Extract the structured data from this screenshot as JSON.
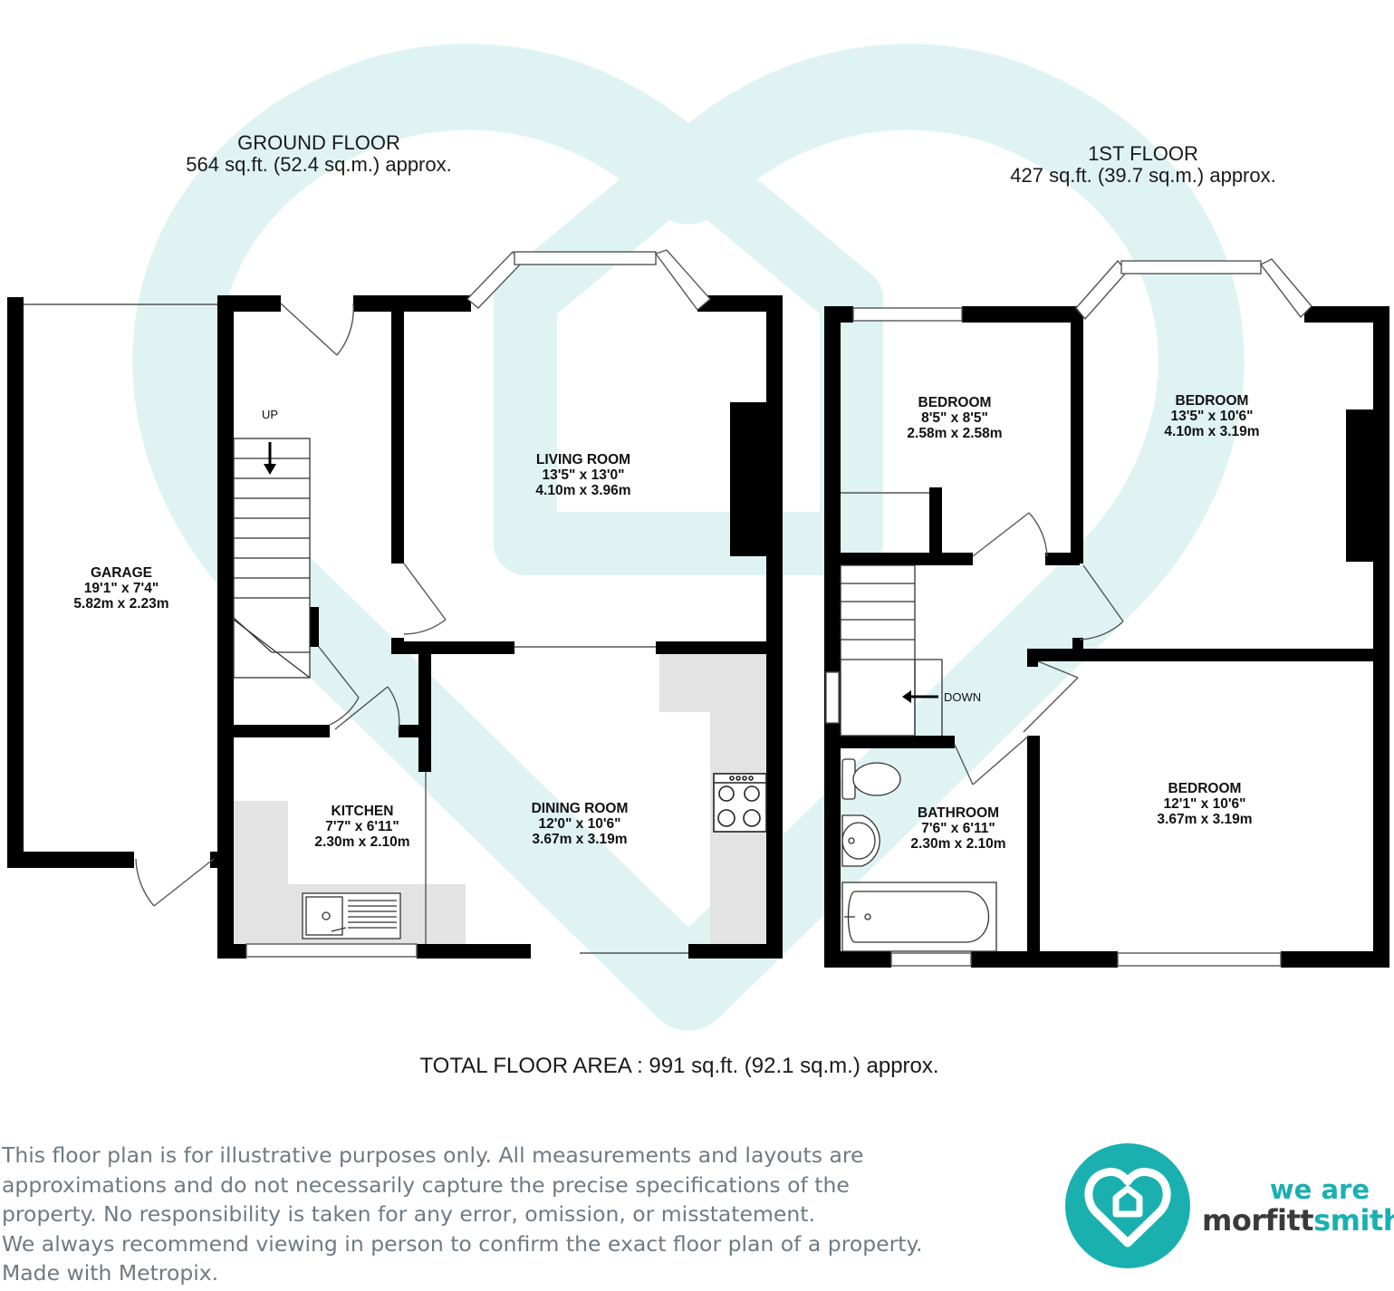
{
  "floors": {
    "ground": {
      "name": "GROUND FLOOR",
      "area": "564 sq.ft. (52.4 sq.m.) approx."
    },
    "first": {
      "name": "1ST FLOOR",
      "area": "427 sq.ft. (39.7 sq.m.) approx."
    }
  },
  "rooms": {
    "garage": {
      "name": "GARAGE",
      "imperial": "19'1\"  x 7'4\"",
      "metric": "5.82m  x 2.23m"
    },
    "living": {
      "name": "LIVING ROOM",
      "imperial": "13'5\"  x 13'0\"",
      "metric": "4.10m  x 3.96m"
    },
    "kitchen": {
      "name": "KITCHEN",
      "imperial": "7'7\"  x 6'11\"",
      "metric": "2.30m  x 2.10m"
    },
    "dining": {
      "name": "DINING ROOM",
      "imperial": "12'0\"  x 10'6\"",
      "metric": "3.67m  x 3.19m"
    },
    "bedroom_small": {
      "name": "BEDROOM",
      "imperial": "8'5\"  x 8'5\"",
      "metric": "2.58m  x 2.58m"
    },
    "bedroom_front": {
      "name": "BEDROOM",
      "imperial": "13'5\"  x 10'6\"",
      "metric": "4.10m  x 3.19m"
    },
    "bathroom": {
      "name": "BATHROOM",
      "imperial": "7'6\"  x 6'11\"",
      "metric": "2.30m  x 2.10m"
    },
    "bedroom_rear": {
      "name": "BEDROOM",
      "imperial": "12'1\"  x 10'6\"",
      "metric": "3.67m  x 3.19m"
    }
  },
  "stairs": {
    "up": "UP",
    "down": "DOWN"
  },
  "total": "TOTAL FLOOR AREA : 991 sq.ft. (92.1 sq.m.) approx.",
  "disclaimer": [
    "This floor plan is for illustrative purposes only. All measurements and layouts are",
    "approximations and do not necessarily capture the precise specifications of the",
    "property. No responsibility is taken for any error, omission, or misstatement.",
    "We always recommend viewing in person to confirm the exact floor plan of a property.",
    "Made with Metropix."
  ],
  "brand": {
    "line1": "we are",
    "line2a": "morfitt",
    "line2b": "smith"
  },
  "colors": {
    "brand_teal": "#1ab0b0",
    "watermark": "#dff3f3",
    "wall": "#000000",
    "fitted_units": "#e3e3e3",
    "disclaimer_text": "#6f7a82"
  }
}
